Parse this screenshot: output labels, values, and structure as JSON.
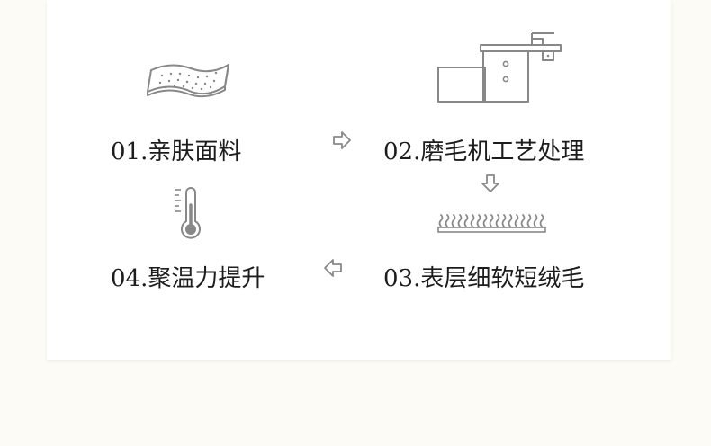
{
  "steps": [
    {
      "label": "01.亲肤面料",
      "icon": "fabric-sheet-icon"
    },
    {
      "label": "02.磨毛机工艺处理",
      "icon": "brushing-machine-icon"
    },
    {
      "label": "03.表层细软短绒毛",
      "icon": "short-fleece-icon"
    },
    {
      "label": "04.聚温力提升",
      "icon": "thermometer-icon"
    }
  ],
  "arrows": [
    {
      "from": "01",
      "to": "02",
      "direction": "right"
    },
    {
      "from": "02",
      "to": "03",
      "direction": "down"
    },
    {
      "from": "03",
      "to": "04",
      "direction": "left"
    }
  ],
  "colors": {
    "background": "#fcfbf5",
    "card": "#ffffff",
    "icon_stroke": "#888888",
    "text": "#1c1c1c"
  }
}
